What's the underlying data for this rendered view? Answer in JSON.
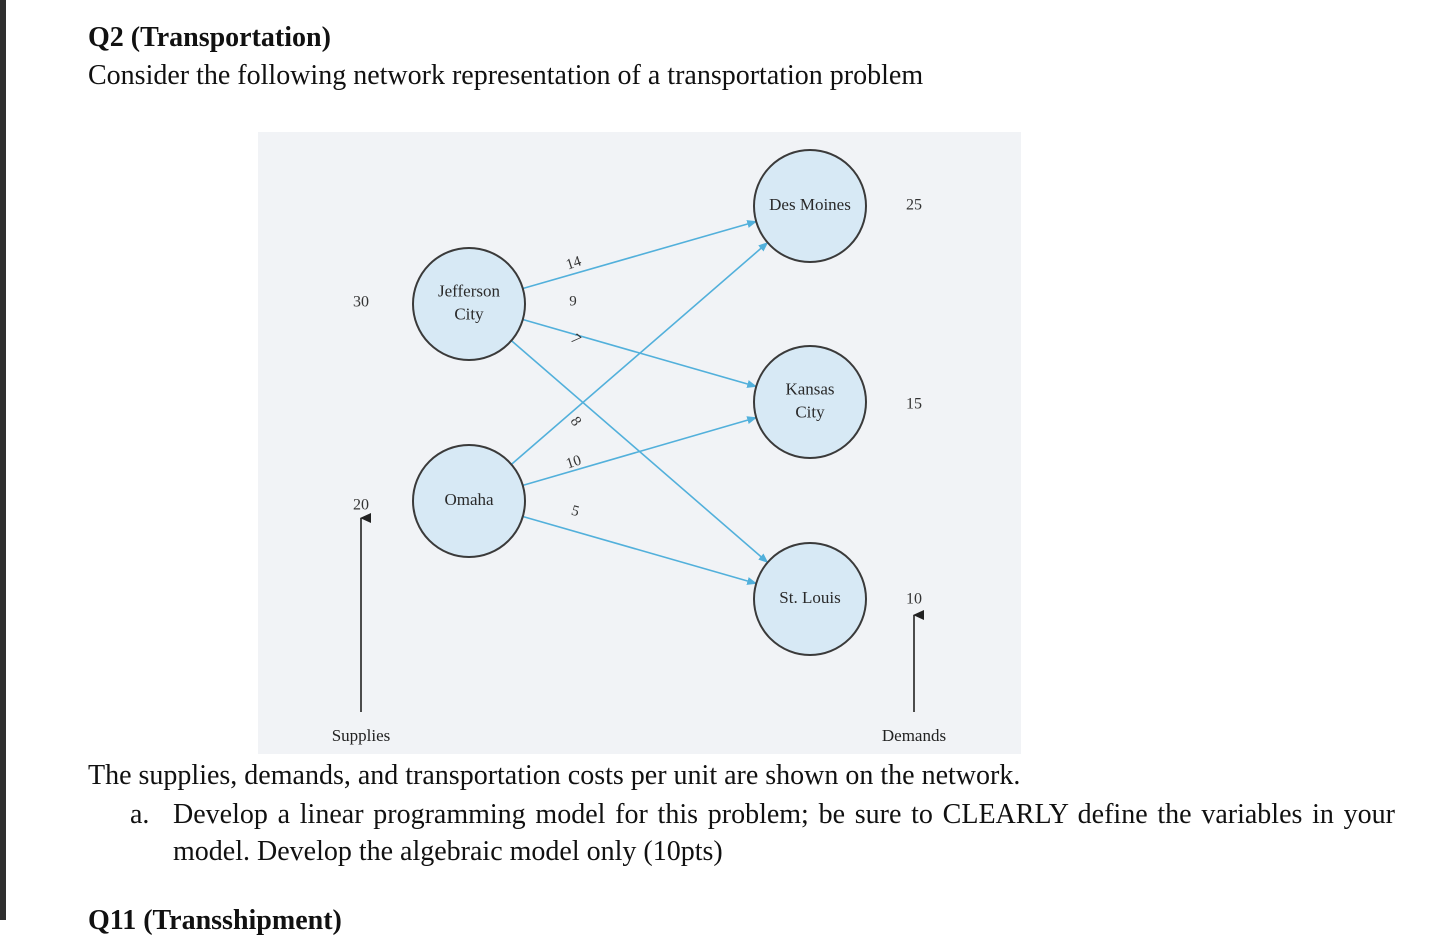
{
  "heading": "Q2 (Transportation)",
  "intro": "Consider the following network representation of a transportation problem",
  "network": {
    "colors": {
      "node_fill": "#d7e9f5",
      "node_stroke": "#3a3a3a",
      "arc": "#52b0db",
      "panel": "#f1f3f6"
    },
    "origins": [
      {
        "name_lines": [
          "Jefferson",
          "City"
        ],
        "supply": "30"
      },
      {
        "name_lines": [
          "Omaha"
        ],
        "supply": "20"
      }
    ],
    "destinations": [
      {
        "name_lines": [
          "Des Moines"
        ],
        "demand": "25"
      },
      {
        "name_lines": [
          "Kansas",
          "City"
        ],
        "demand": "15"
      },
      {
        "name_lines": [
          "St. Louis"
        ],
        "demand": "10"
      }
    ],
    "arcs": [
      {
        "from": 0,
        "to": 0,
        "cost": "14"
      },
      {
        "from": 0,
        "to": 1,
        "cost": "9"
      },
      {
        "from": 0,
        "to": 2,
        "cost": "7"
      },
      {
        "from": 1,
        "to": 0,
        "cost": "8"
      },
      {
        "from": 1,
        "to": 1,
        "cost": "10"
      },
      {
        "from": 1,
        "to": 2,
        "cost": "5"
      }
    ],
    "supplies_label": "Supplies",
    "demands_label": "Demands"
  },
  "after_text": "The supplies, demands, and transportation costs per unit are shown on the network.",
  "items": [
    {
      "marker": "a.",
      "text": "Develop a linear programming model for this problem; be sure to CLEARLY define the variables in your model. Develop the algebraic model only (10pts)"
    }
  ],
  "next_heading_partial": "Q11 (Transshipment)"
}
